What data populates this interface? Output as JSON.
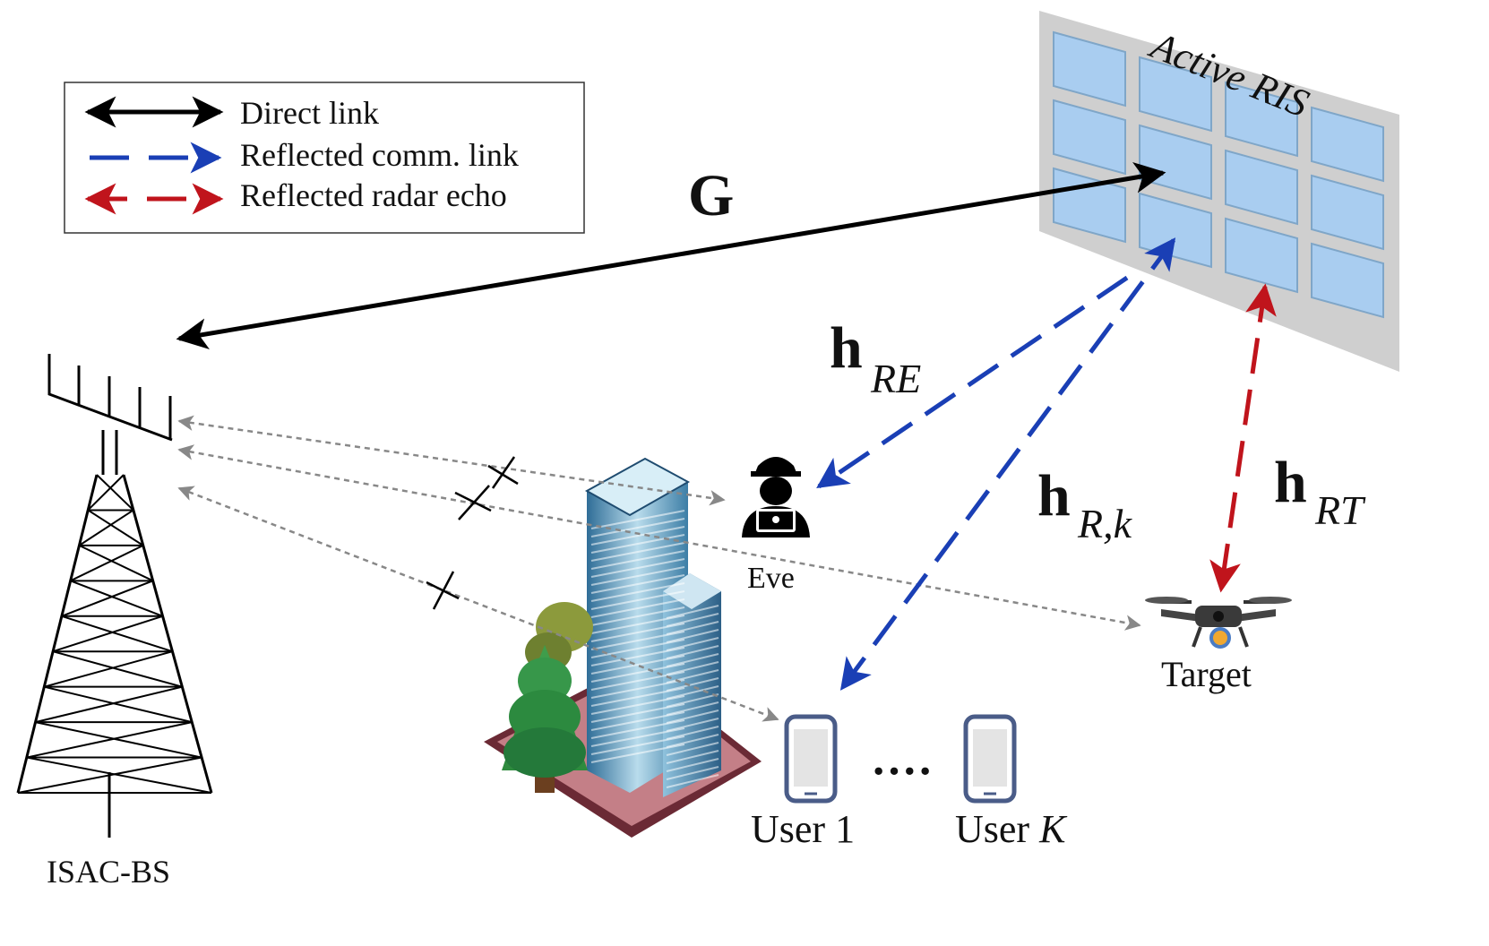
{
  "legend": {
    "direct_link": "Direct link",
    "reflected_comm": "Reflected comm. link",
    "reflected_radar": "Reflected radar echo"
  },
  "labels": {
    "ris": "Active RIS",
    "bs": "ISAC-BS",
    "eve": "Eve",
    "target": "Target",
    "user1": "User 1",
    "userk_prefix": "User ",
    "userk_sub": "K",
    "ellipsis": "····",
    "G": "G",
    "hRE_main": "h",
    "hRE_sub": "RE",
    "hRk_main": "h",
    "hRk_sub": "R,k",
    "hRT_main": "h",
    "hRT_sub": "RT"
  },
  "colors": {
    "direct": "#000000",
    "comm": "#1a3fb5",
    "radar": "#c0141c",
    "blocked": "#888888",
    "ris_frame": "#cfcfcf",
    "ris_tile": "#a9cdf0"
  }
}
